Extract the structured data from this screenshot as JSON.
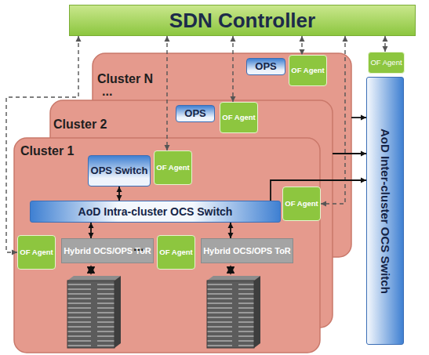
{
  "diagram": {
    "nodes": [
      {
        "text": [
          "SDN Controller"
        ]
      },
      {
        "text": [
          "Cluster N"
        ]
      },
      {
        "text": [
          "OPS"
        ],
        "in": 1
      },
      {
        "text": [
          "OF Agent"
        ],
        "in": 1
      },
      {
        "text": [
          "Cluster 2"
        ]
      },
      {
        "text": [
          "OPS"
        ],
        "in": 4
      },
      {
        "text": [
          "OF Agent"
        ],
        "in": 4
      },
      {
        "text": [
          "Cluster 1"
        ]
      },
      {
        "text": [
          "OPS Switch"
        ],
        "in": 7
      },
      {
        "text": [
          "AoD Intra-cluster OCS Switch"
        ],
        "in": 7
      },
      {
        "text": [
          "OF Agent"
        ],
        "in": 7
      },
      {
        "text": [
          "OF Agent"
        ],
        "in": 7
      },
      {
        "text": [
          "OF Agent"
        ],
        "in": 7
      },
      {
        "text": [
          "Hybrid OCS/OPS ToR"
        ],
        "in": 7
      },
      {
        "text": [
          "OF Agent"
        ],
        "in": 7
      },
      {
        "text": [
          "Hybrid OCS/OPS ToR"
        ],
        "in": 7
      },
      {
        "text": [
          "OF Agent"
        ]
      },
      {
        "text": [
          "AoD Inter-cluster OCS Switch"
        ]
      }
    ],
    "edges": [
      {
        "from": 0,
        "to": 3,
        "arrow": "both"
      },
      {
        "from": 0,
        "to": 6,
        "arrow": "both"
      },
      {
        "from": 0,
        "to": 10,
        "arrow": "both"
      },
      {
        "from": 0,
        "to": 11,
        "arrow": "both"
      },
      {
        "from": 0,
        "to": 12,
        "arrow": "both"
      },
      {
        "from": 0,
        "to": 16,
        "arrow": "both"
      },
      {
        "from": 8,
        "to": 9,
        "arrow": "both"
      },
      {
        "from": 9,
        "to": 13,
        "arrow": "both"
      },
      {
        "from": 9,
        "to": 15,
        "arrow": "both"
      },
      {
        "from": 9,
        "to": 17,
        "arrow": "to"
      },
      {
        "from": 4,
        "to": 17,
        "arrow": "to"
      },
      {
        "from": 1,
        "to": 17,
        "arrow": "to"
      }
    ],
    "labels": [
      "...",
      "..."
    ]
  }
}
